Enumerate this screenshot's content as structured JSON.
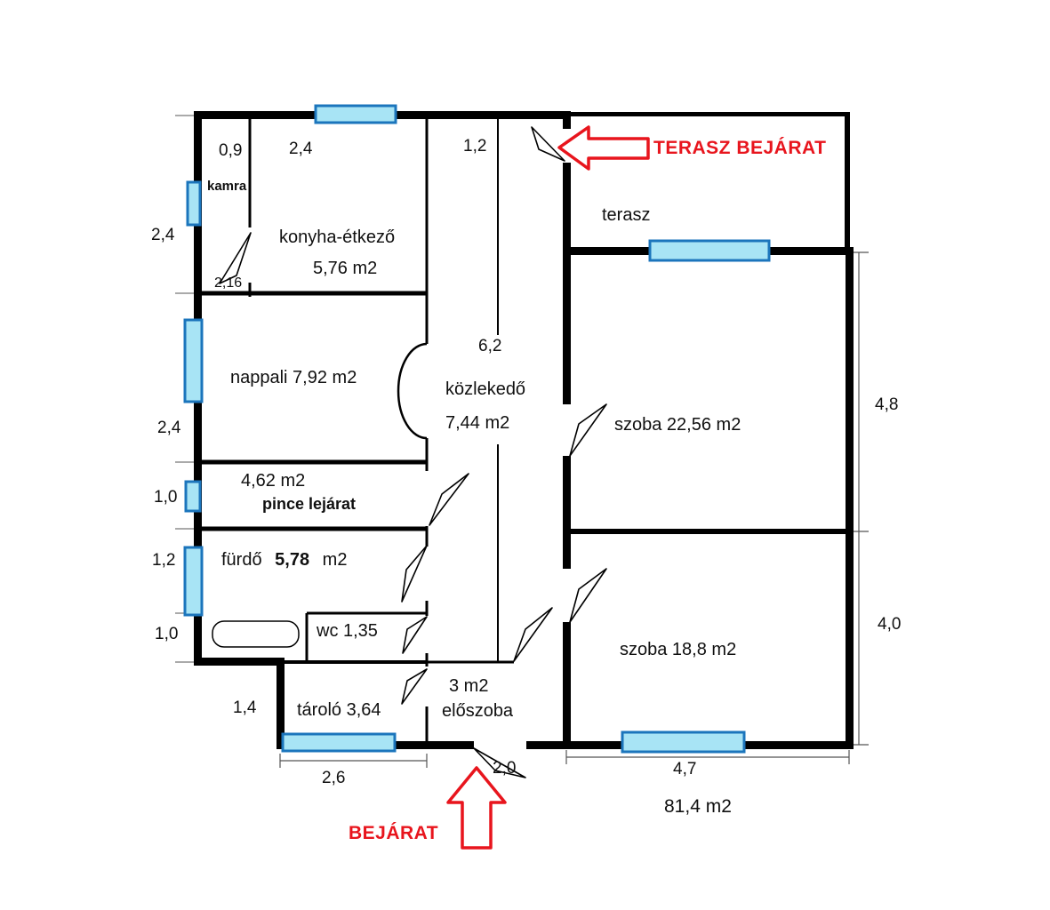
{
  "plan": {
    "type": "apartment floor plan"
  },
  "rooms": {
    "kamra": {
      "name": "kamra"
    },
    "konyha": {
      "name": "konyha-étkező",
      "area": "5,76 m2"
    },
    "nappali": {
      "label": "nappali 7,92 m2"
    },
    "kozlekedo": {
      "name": "közlekedő",
      "area": "7,44 m2"
    },
    "terasz": {
      "name": "terasz"
    },
    "szoba_nagy": {
      "label": "szoba 22,56 m2"
    },
    "szoba_kis": {
      "label": "szoba 18,8 m2"
    },
    "pince": {
      "area": "4,62 m2",
      "name": "pince lejárat"
    },
    "furdo": {
      "name": "fürdő",
      "area_value": "5,78",
      "area_unit": "m2"
    },
    "wc": {
      "label": "wc 1,35"
    },
    "tarolo": {
      "label": "tároló 3,64"
    },
    "eloszoba": {
      "area": "3 m2",
      "name": "előszoba"
    }
  },
  "dimensions": {
    "top": [
      "0,9",
      "2,4",
      "1,2"
    ],
    "left": [
      "2,4",
      "2,16",
      "2,4",
      "1,0",
      "1,2",
      "1,0",
      "1,4"
    ],
    "right": [
      "4,8",
      "4,0"
    ],
    "bottom": [
      "2,6",
      "2,0",
      "4,7"
    ],
    "center": "6,2",
    "total": "81,4 m2"
  },
  "annotations": {
    "terasz_entrance": "TERASZ BEJÁRAT",
    "entrance": "BEJÁRAT"
  },
  "colors": {
    "wall": "#000000",
    "window_fill": "#a8e4f5",
    "window_frame": "#1b75bc",
    "accent_red": "#e8151d"
  }
}
